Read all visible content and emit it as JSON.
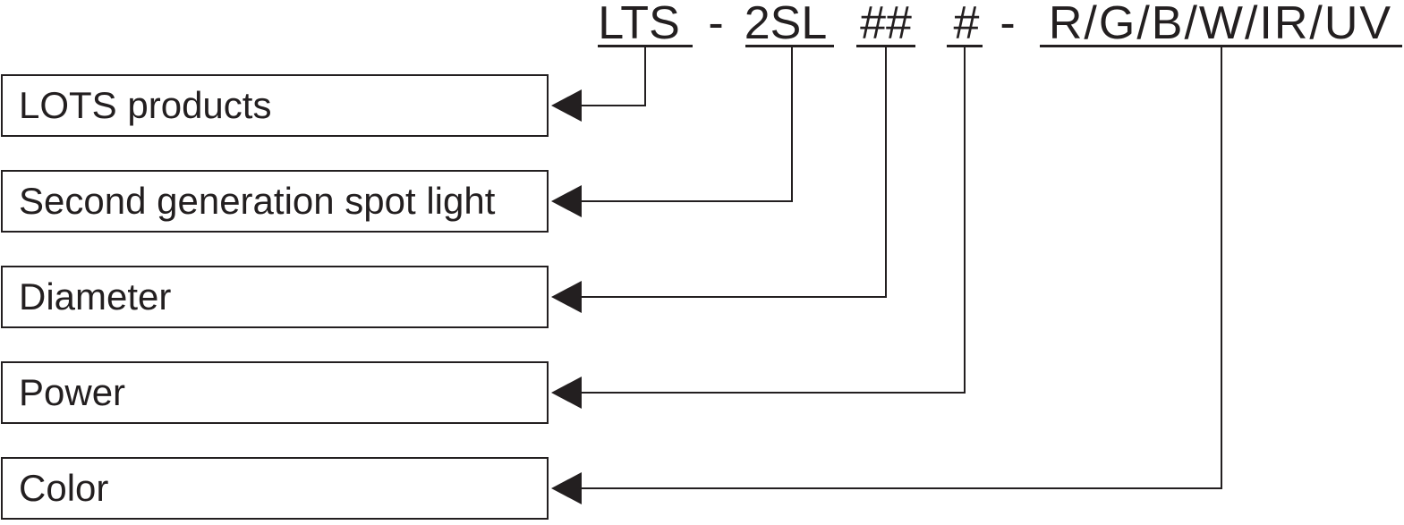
{
  "colors": {
    "ink": "#231f20",
    "background": "#ffffff"
  },
  "part_number": {
    "full": "LTS - 2SL ## # - R/G/B/W/IR/UV",
    "segments": [
      {
        "text": "LTS",
        "underlined": true,
        "maps_to": "LOTS products"
      },
      {
        "text": "-",
        "underlined": false
      },
      {
        "text": "2SL",
        "underlined": true,
        "maps_to": "Second generation spot light"
      },
      {
        "text": "##",
        "underlined": true,
        "maps_to": "Diameter"
      },
      {
        "text": "#",
        "underlined": true,
        "maps_to": "Power"
      },
      {
        "text": "-",
        "underlined": false
      },
      {
        "text": "R/G/B/W/IR/UV",
        "underlined": true,
        "maps_to": "Color"
      }
    ]
  },
  "labels": [
    {
      "text": "LOTS products"
    },
    {
      "text": "Second generation spot light"
    },
    {
      "text": "Diameter"
    },
    {
      "text": "Power"
    },
    {
      "text": "Color"
    }
  ]
}
